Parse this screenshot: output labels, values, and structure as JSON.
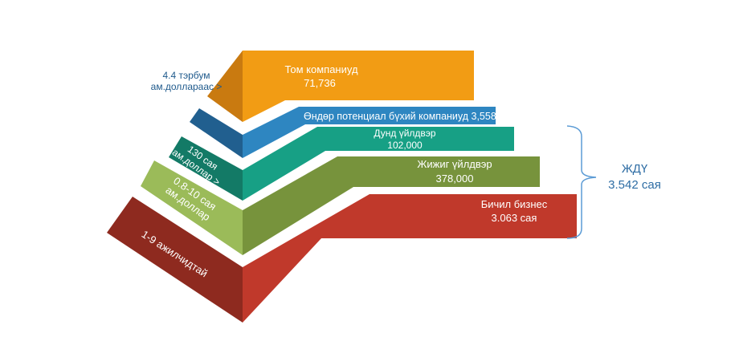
{
  "tiers": [
    {
      "name": "Том компаниуд",
      "value": "71,736",
      "criterion": [
        "4.4 тэрбум",
        "ам.доллараас >"
      ],
      "color_front": "#f29c14",
      "color_side": "#c97a10"
    },
    {
      "name": "Өндөр потенциал бүхий компаниуд 3,558",
      "color_front": "#2e86c1",
      "color_side": "#215f8f"
    },
    {
      "name": "Дунд үйлдвэр",
      "value": "102,000",
      "criterion": [
        "130 сая",
        "ам.доллар >"
      ],
      "color_front": "#17a085",
      "color_side": "#137a66"
    },
    {
      "name": "Жижиг үйлдвэр",
      "value": "378,000",
      "criterion": [
        "0.8-10  сая",
        "ам.доллар"
      ],
      "color_front": "#77933c",
      "color_side": "#9bbb59"
    },
    {
      "name": "Бичил бизнес",
      "value": "3.063 сая",
      "criterion": [
        "1-9 ажилчидтай"
      ],
      "color_front": "#c0392b",
      "color_side": "#8e2a1f"
    }
  ],
  "sme_total": {
    "label": "ЖДҮ",
    "value": "3.542 сая",
    "color": "#2e6da4"
  }
}
